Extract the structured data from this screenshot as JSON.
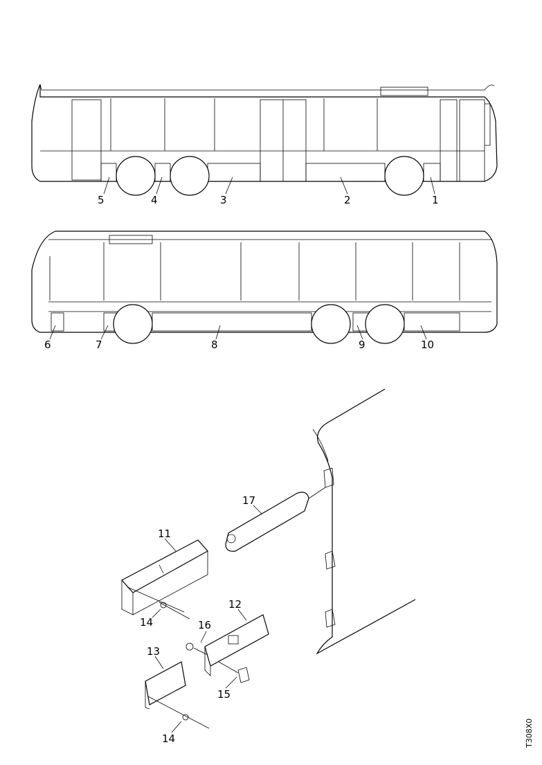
{
  "callouts": {
    "c1": "1",
    "c2": "2",
    "c3": "3",
    "c4": "4",
    "c5": "5",
    "c6": "6",
    "c7": "7",
    "c8": "8",
    "c9": "9",
    "c10": "10",
    "c11": "11",
    "c12": "12",
    "c13": "13",
    "c14a": "14",
    "c14b": "14",
    "c15": "15",
    "c16": "16",
    "c17": "17"
  },
  "reference_code": "T308X0"
}
